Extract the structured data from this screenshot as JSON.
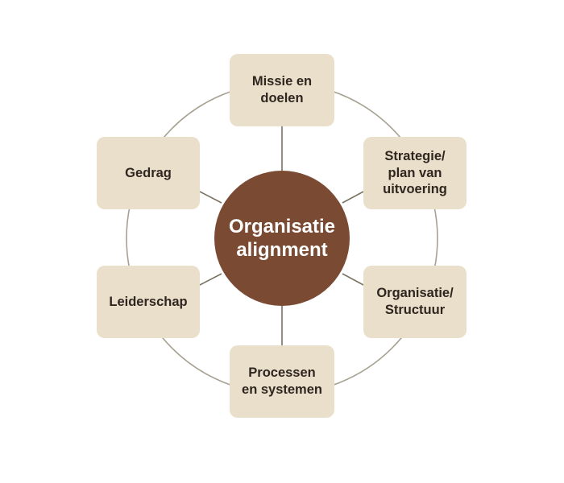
{
  "center": {
    "label": "Organisatie\nalignment"
  },
  "nodes": {
    "missie": "Missie en\ndoelen",
    "strategie": "Strategie/\nplan van\nuitvoering",
    "organisatie": "Organisatie/\nStructuur",
    "processen": "Processen\nen systemen",
    "leiderschap": "Leiderschap",
    "gedrag": "Gedrag"
  },
  "colors": {
    "box_fill": "#eadfca",
    "center_fill": "#7a4a33",
    "ring_line": "#a7a191",
    "text_dark": "#2f2620",
    "text_light": "#ffffff"
  }
}
